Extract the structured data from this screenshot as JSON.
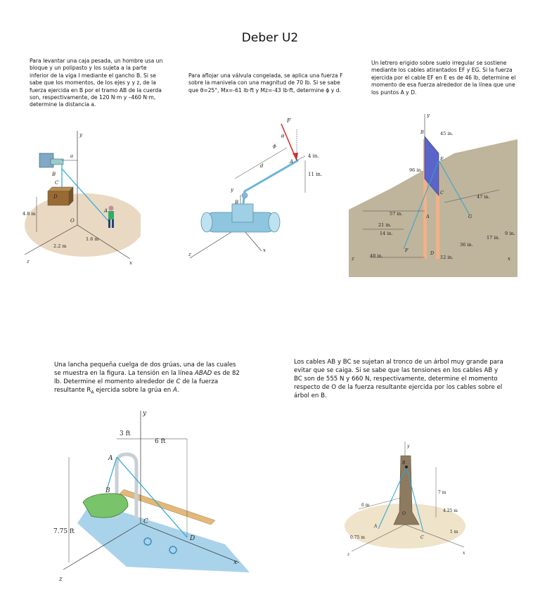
{
  "title": "Deber U2",
  "problems": [
    {
      "text": "Para levantar una caja pesada, un hombre usa un bloque y un polipasto y los sujeta a la parte inferior de la viga I mediante el gancho B. Si se sabe que los momentos, de los ejes y y z, de la fuerza ejercida en B por el tramo AB de la cuerda son, respectivamente, de 120 N·m y –460 N·m, determine la distancia a.",
      "labels": {
        "y": "y",
        "a": "a",
        "b": "B",
        "c": "C",
        "d": "D",
        "a_pt": "A",
        "o": "O",
        "h": "4.8 m",
        "d1": "1.6 m",
        "d2": "2.2 m",
        "z": "z",
        "x": "x"
      }
    },
    {
      "text": "Para aflojar una válvula congelada, se aplica una fuerza F sobre la manivela con una magnitud de 70 lb. Si se sabe que θ=25°, Mx=-61 lb·ft y Mz=-43 lb·ft, determine ϕ y d.",
      "labels": {
        "f": "F",
        "theta": "θ",
        "phi": "ϕ",
        "a": "A",
        "d": "d",
        "y": "y",
        "b": "B",
        "d4": "4 in.",
        "d11": "11 in.",
        "z": "z",
        "x": "x"
      }
    },
    {
      "text": "Un letrero erigido sobre suelo irregular se sostiene mediante los cables atirantados EF y EG. Si la fuerza ejercida por el cable EF en E es de 46 lb, determine el momento de esa fuerza alrededor de la línea que une los puntos A y D.",
      "labels": {
        "y": "y",
        "b": "B",
        "e": "E",
        "a": "A",
        "d": "D",
        "c": "C",
        "g": "G",
        "f": "F",
        "d45": "45 in.",
        "d96": "96 in.",
        "d47": "47 in.",
        "d57": "57 in.",
        "d21": "21 in.",
        "d14": "14 in.",
        "d48": "48 in.",
        "d36": "36 in.",
        "d17": "17 in.",
        "d12": "12 in.",
        "d9": "9 in.",
        "z": "z",
        "x": "x"
      }
    },
    {
      "text_a": "Una lancha pequeña cuelga de dos grúas, una de las cuales se muestra en la figura. La tensión en la línea ",
      "text_em": "ABAD",
      "text_b": " es de 82 lb. Determine el momento alrededor de ",
      "text_c": "C",
      "text_d": " de la fuerza resultante R",
      "text_sub": "A",
      "text_e": " ejercida sobre la grúa en ",
      "text_f": "A",
      "text_g": ".",
      "labels": {
        "y": "y",
        "d3": "3 ft",
        "d6": "6 ft",
        "a": "A",
        "b": "B",
        "c": "C",
        "d": "D",
        "h": "7.75 ft",
        "z": "z",
        "x": "x"
      }
    },
    {
      "text": "Los cables AB y BC se sujetan al tronco de un árbol muy grande para evitar que se caiga. Si se sabe que las tensiones en los cables AB y BC son de 555 N y 660 N, respectivamente, determine el momento respecto de O de la fuerza resultante ejercida por los cables sobre el árbol en B.",
      "labels": {
        "y": "y",
        "b": "B",
        "o": "O",
        "a": "A",
        "c": "C",
        "d7": "7 m",
        "d6": "6 m",
        "d425": "4.25 m",
        "d075": "0.75 m",
        "d1": "1 m",
        "z": "z",
        "x": "x"
      }
    }
  ]
}
